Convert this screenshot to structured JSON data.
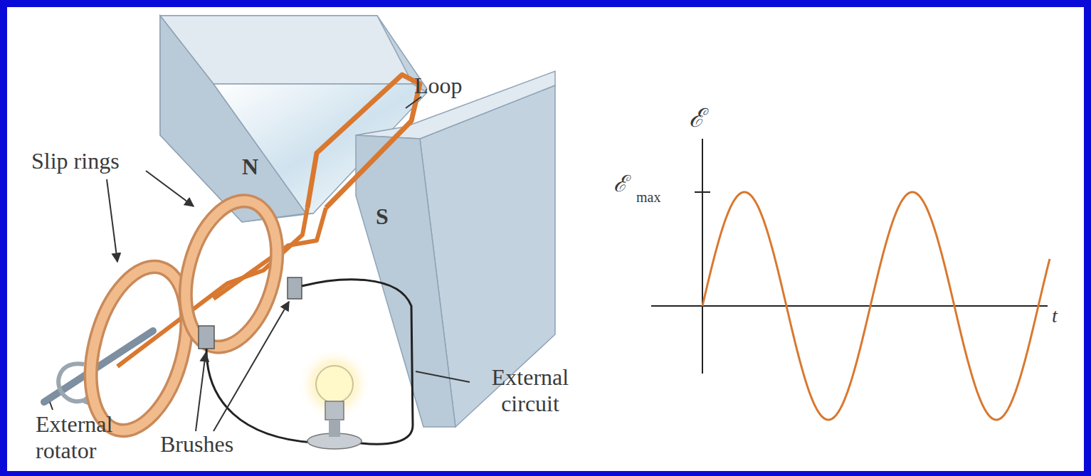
{
  "diagram": {
    "labels": [
      "Loop",
      "Slip rings",
      "N",
      "S",
      "ℰ",
      "ℰ",
      "max",
      "External circuit",
      "t",
      "External rotator",
      "Brushes"
    ]
  }
}
